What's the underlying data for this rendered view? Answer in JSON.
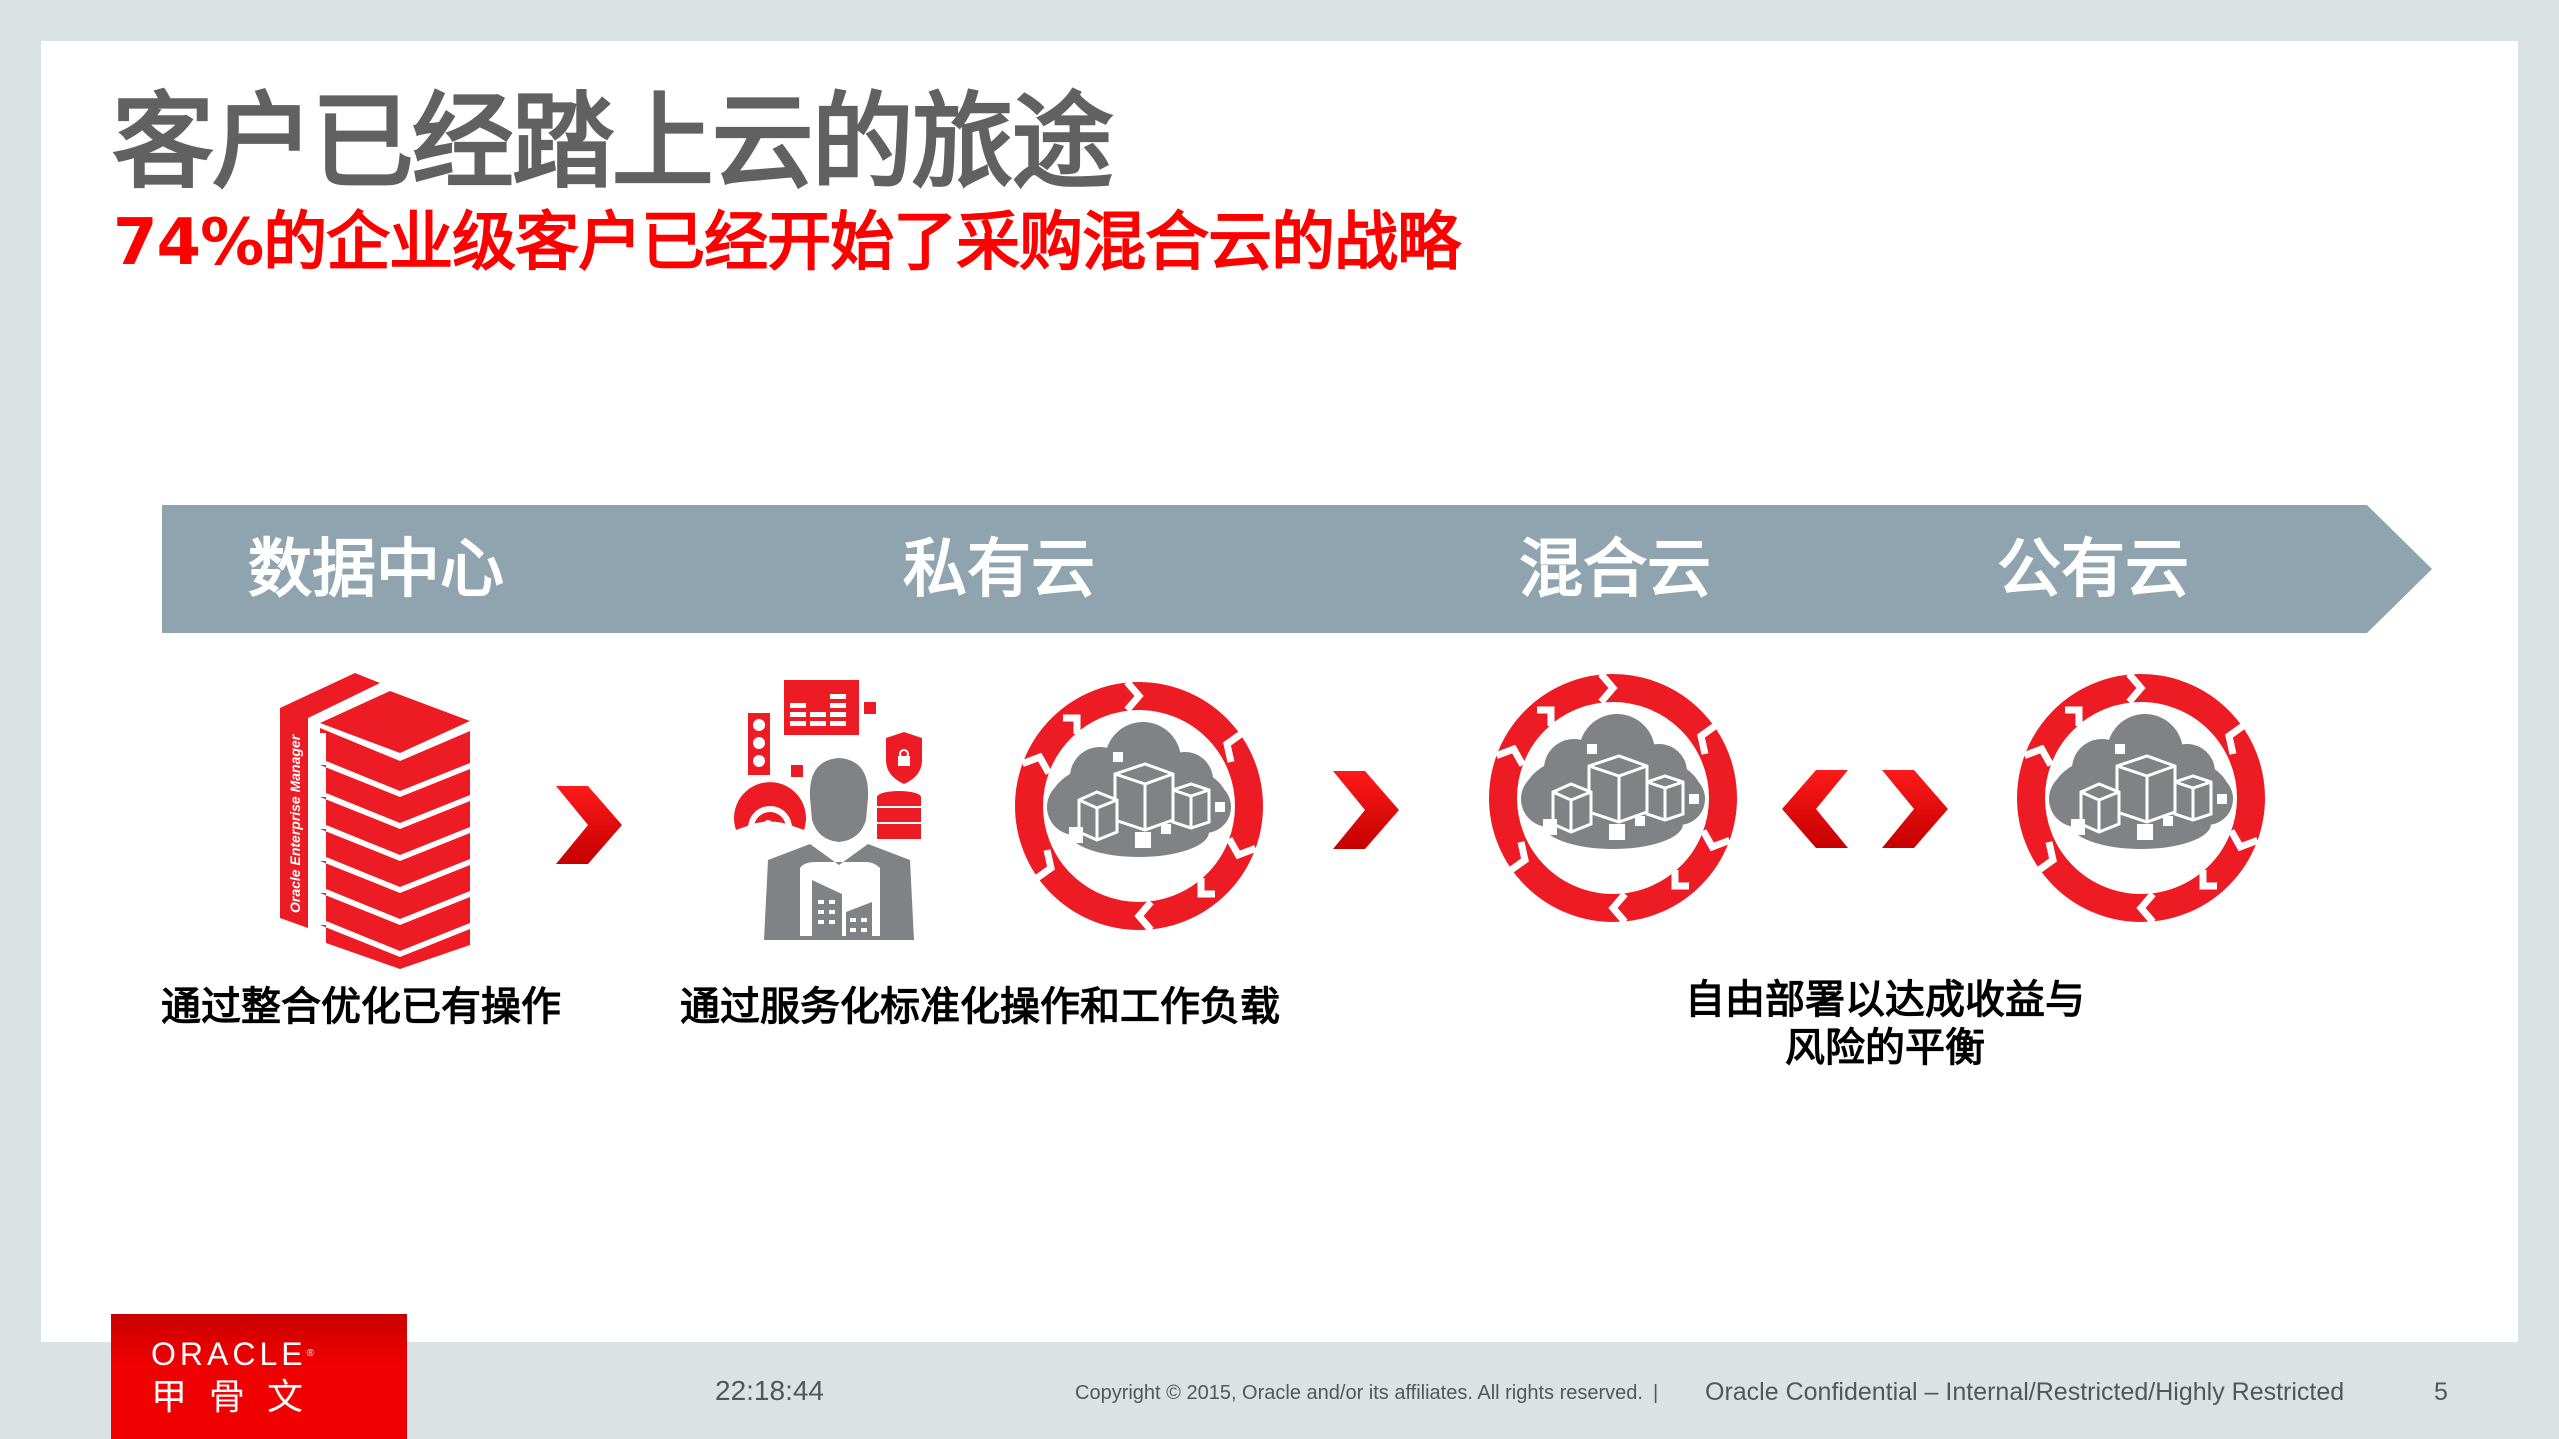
{
  "slide": {
    "title": "客户已经踏上云的旅途",
    "subtitle": "74%的企业级客户已经开始了采购混合云的战略",
    "colors": {
      "title": "#616161",
      "subtitle": "#ff0000",
      "banner": "#8fa4ae",
      "accent_red": "#ed1c24",
      "icon_grey": "#808285",
      "page_background": "#dbe2e4"
    }
  },
  "banner": {
    "stages": [
      {
        "label": "数据中心"
      },
      {
        "label": "私有云"
      },
      {
        "label": "混合云"
      },
      {
        "label": "公有云"
      }
    ]
  },
  "icons": {
    "datacenter": {
      "name": "server-stack-icon",
      "side_text": "Oracle Enterprise Manager"
    },
    "private_cloud_person": {
      "name": "person-with-dashboard-icon"
    },
    "private_cloud": {
      "name": "cloud-cycle-icon"
    },
    "hybrid_cloud": {
      "name": "cloud-cycle-icon"
    },
    "public_cloud": {
      "name": "cloud-cycle-icon"
    },
    "arrows": [
      "chevron-right-icon",
      "chevron-right-icon",
      "chevron-left-icon",
      "chevron-right-icon"
    ]
  },
  "captions": {
    "datacenter": "通过整合优化已有操作",
    "private_cloud": "通过服务化标准化操作和工作负载",
    "hybrid_public_line1": "自由部署以达成收益与",
    "hybrid_public_line2": "风险的平衡"
  },
  "footer": {
    "time": "22:18:44",
    "copyright": "Copyright © 2015, Oracle and/or its affiliates. All rights reserved.",
    "separator": "|",
    "confidential": "Oracle Confidential – Internal/Restricted/Highly Restricted",
    "page_number": "5",
    "logo_en": "ORACLE",
    "logo_reg": "®",
    "logo_cn": "甲骨文"
  }
}
